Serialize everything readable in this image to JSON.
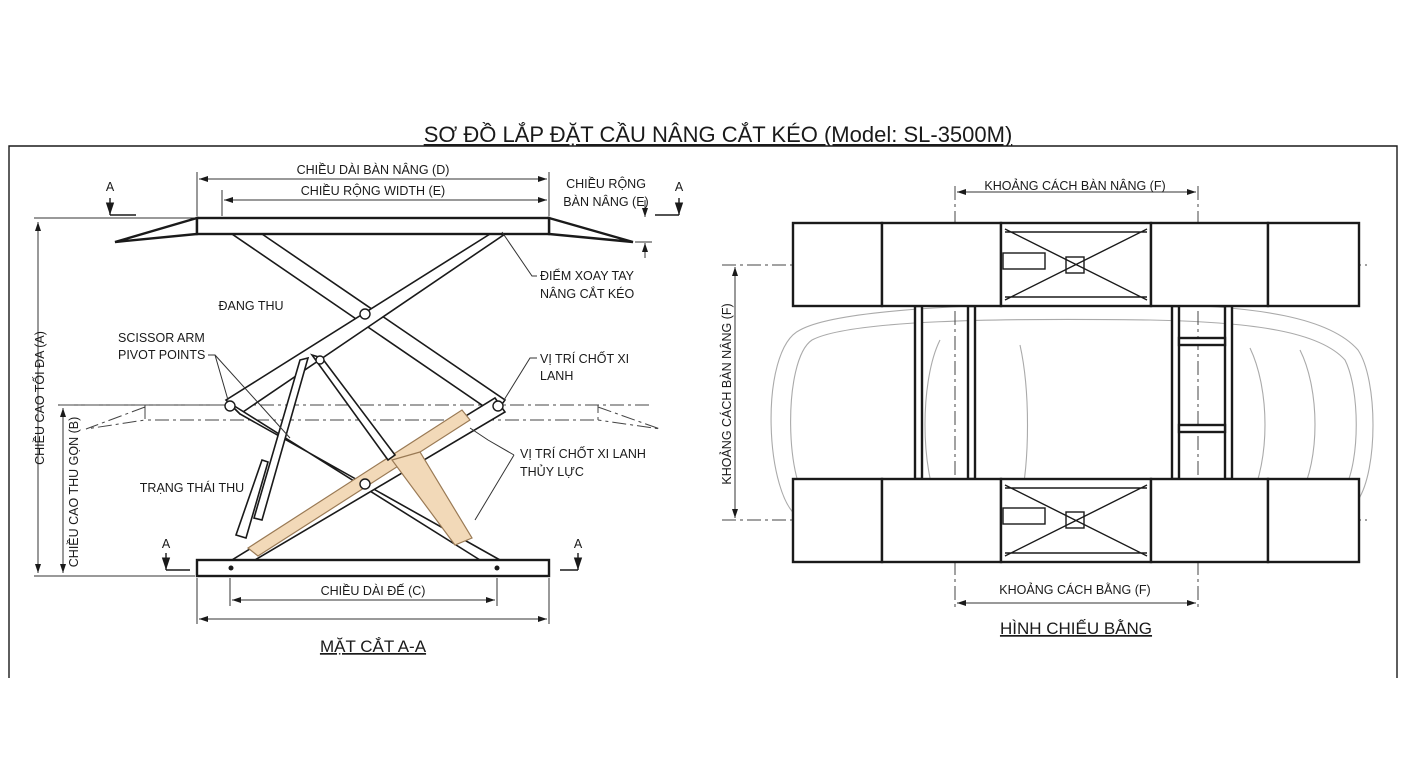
{
  "title": "SƠ ĐỒ LẮP ĐẶT CẦU NÂNG CẮT KÉO (Model: SL-3500M)",
  "section_view": {
    "caption": "MẶT CẮT A-A",
    "section_marker": "A",
    "dim_platform_length": "CHIỀU DÀI BÀN NÂNG (D)",
    "dim_width": "CHIỀU RỘNG WIDTH (E)",
    "dim_platform_width_line1": "CHIỀU RỘNG",
    "dim_platform_width_line2": "BÀN NÂNG (E)",
    "dim_max_height": "CHIỀU CAO TỐI ĐA (A)",
    "dim_collapsed_height": "CHIỀU CAO THU GỌN (B)",
    "dim_base_length": "CHIỀU DÀI ĐẾ (C)",
    "label_pivot_line1": "ĐIỂM XOAY TAY",
    "label_pivot_line2": "NÂNG CẮT KÉO",
    "label_raising": "ĐANG THU",
    "label_scissor_line1": "SCISSOR ARM",
    "label_scissor_line2": "PIVOT POINTS",
    "label_cyl_pin_line1": "VỊ TRÍ CHỐT XI",
    "label_cyl_pin_line2": "LANH",
    "label_hyd_pin_line1": "VỊ TRÍ CHỐT XI LANH",
    "label_hyd_pin_line2": "THỦY LỰC",
    "label_collapsed": "TRẠNG THÁI THU"
  },
  "plan_view": {
    "caption": "HÌNH CHIẾU BẰNG",
    "dim_top": "KHOẢNG CÁCH BÀN NÂNG (F)",
    "dim_side": "KHOẢNG CÁCH BÀN NÂNG (F)",
    "dim_bottom": "KHOẢNG CÁCH BẰNG (F)"
  }
}
